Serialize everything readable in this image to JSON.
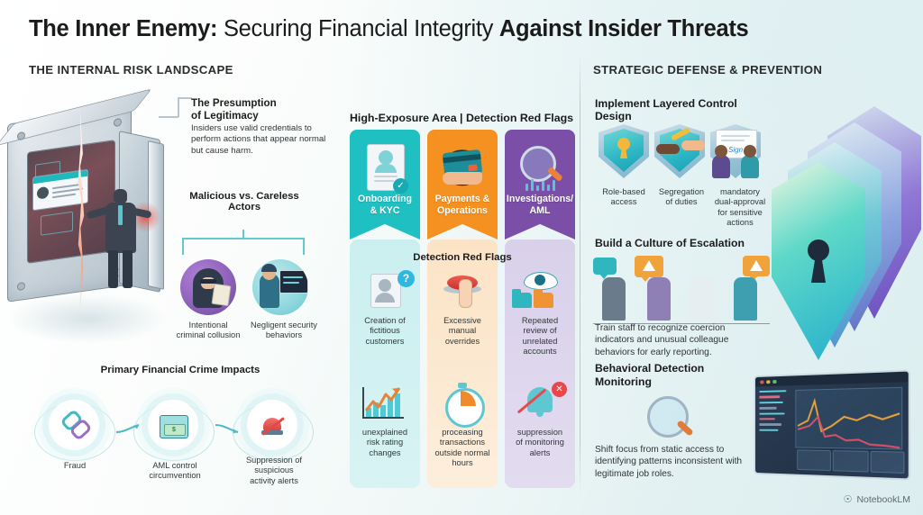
{
  "title": {
    "part1": "The Inner Enemy:",
    "part2": " Securing Financial Integrity ",
    "part3": "Against Insider Threats"
  },
  "sections": {
    "left_header": "THE INTERNAL RISK LANDSCAPE",
    "right_header": "STRATEGIC DEFENSE & PREVENTION"
  },
  "left": {
    "presumption": {
      "heading_line1": "The Presumption",
      "heading_line2": "of Legitimacy",
      "body": "Insiders use valid credentials to perform actions that appear normal but cause harm."
    },
    "actors": {
      "heading_line1": "Malicious vs. Careless",
      "heading_line2": "Actors",
      "items": [
        {
          "label_line1": "Intentional",
          "label_line2": "criminal collusion",
          "icon": "hooded-figure-icon"
        },
        {
          "label_line1": "Negligent security",
          "label_line2": "behaviors",
          "icon": "desk-worker-icon"
        }
      ]
    },
    "impacts": {
      "heading": "Primary Financial Crime Impacts",
      "items": [
        {
          "label_line1": "Fraud",
          "label_line2": "",
          "label_line3": "",
          "icon": "broken-chain-icon"
        },
        {
          "label_line1": "AML control",
          "label_line2": "circumvention",
          "label_line3": "",
          "icon": "cash-machine-icon"
        },
        {
          "label_line1": "Suppression of",
          "label_line2": "suspicious",
          "label_line3": "activity alerts",
          "icon": "disabled-siren-icon"
        }
      ]
    }
  },
  "middle": {
    "heading": "High-Exposure Area | Detection Red Flags",
    "red_flags_heading": "Detection Red Flags",
    "columns": [
      {
        "tag_line1": "Onboarding",
        "tag_line2": "& KYC",
        "color": "#1FC0C2",
        "band_color": "#CBEFF0",
        "tag_icon": "id-document-check-icon",
        "flags": [
          {
            "line1": "Creation of",
            "line2": "fictitious",
            "line3": "customers",
            "line4": "",
            "icon": "user-question-icon"
          },
          {
            "line1": "unexplained",
            "line2": "risk rating",
            "line3": "changes",
            "line4": "",
            "icon": "rising-chart-icon"
          }
        ]
      },
      {
        "tag_line1": "Payments &",
        "tag_line2": "Operations",
        "color": "#F59120",
        "band_color": "#FCE3C5",
        "tag_icon": "credit-card-hand-icon",
        "flags": [
          {
            "line1": "Excessive",
            "line2": "manual",
            "line3": "overrides",
            "line4": "",
            "icon": "red-button-press-icon"
          },
          {
            "line1": "proceasing",
            "line2": "transactions",
            "line3": "outside normal",
            "line4": "hours",
            "icon": "stopwatch-icon"
          }
        ]
      },
      {
        "tag_line1": "Investigations/",
        "tag_line2": "AML",
        "color": "#7B4FA8",
        "band_color": "#D9D0EA",
        "tag_icon": "magnifier-chart-icon",
        "flags": [
          {
            "line1": "Repeated",
            "line2": "review of",
            "line3": "unrelated",
            "line4": "accounts",
            "icon": "eye-folders-icon"
          },
          {
            "line1": "suppression",
            "line2": "of monitoring",
            "line3": "alerts",
            "line4": "",
            "icon": "muted-bell-icon"
          }
        ]
      }
    ]
  },
  "right": {
    "layered": {
      "heading": "Implement Layered Control Design",
      "items": [
        {
          "line1": "Role-based",
          "line2": "access",
          "line3": "",
          "line4": "",
          "icon": "shield-keyhole-icon"
        },
        {
          "line1": "Segregation",
          "line2": "of duties",
          "line3": "",
          "line4": "",
          "icon": "key-handoff-shield-icon"
        },
        {
          "line1": "mandatory",
          "line2": "dual-approval",
          "line3": "for sensitive",
          "line4": "actions",
          "icon": "dual-signature-icon"
        }
      ]
    },
    "escalation": {
      "heading": "Build a Culture of Escalation",
      "body": "Train staff to recognize coercion indicators and unusual colleague behaviors for early reporting."
    },
    "behavioral": {
      "heading_line1": "Behavioral Detection",
      "heading_line2": "Monitoring",
      "body": "Shift focus from static access to identifying patterns inconsistent with legitimate job roles."
    }
  },
  "watermark": {
    "label": "NotebookLM",
    "icon": "notebooklm-logo-icon"
  }
}
